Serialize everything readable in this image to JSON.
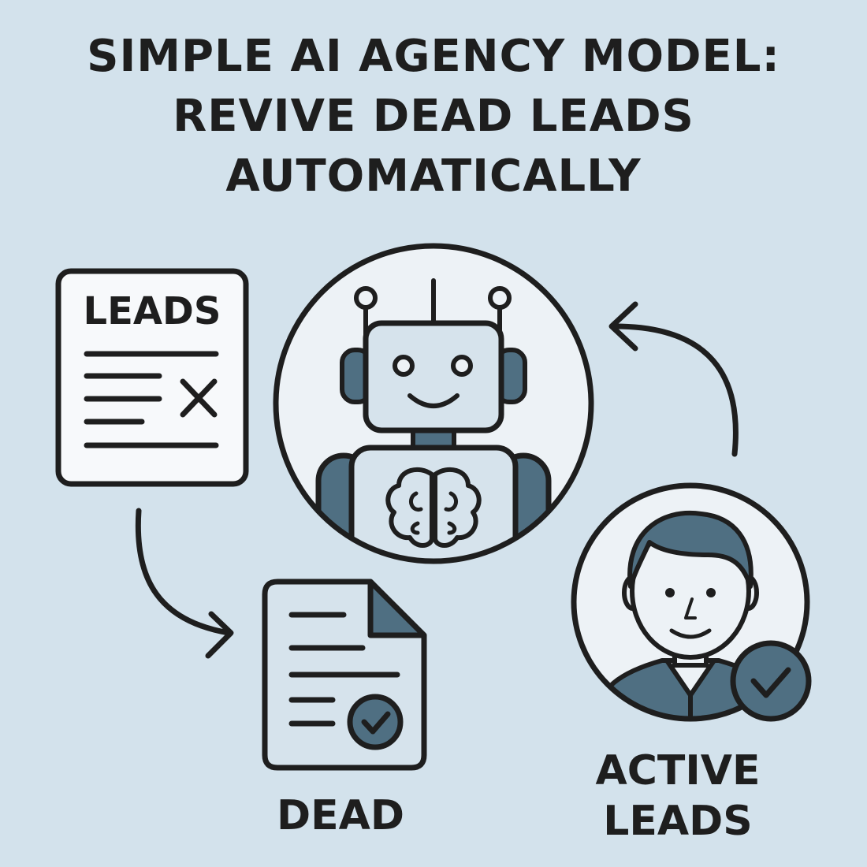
{
  "title": {
    "line1": "SIMPLE AI AGENCY MODEL:",
    "line2": "REVIVE DEAD LEADS",
    "line3": "AUTOMATICALLY"
  },
  "leads_list": {
    "label": "LEADS"
  },
  "dead_doc": {
    "label": "DEAD"
  },
  "active_leads": {
    "line1": "ACTIVE",
    "line2": "LEADS"
  },
  "icons": [
    "list-document-icon",
    "x-mark-icon",
    "robot-icon",
    "brain-icon",
    "document-icon",
    "check-badge-icon",
    "person-icon",
    "arrow-icon"
  ],
  "colors": {
    "background": "#d3e2ec",
    "ink": "#1e1e1e",
    "robot_slate": "#4f6f82",
    "robot_light": "#d6e3ec",
    "panel": "#f7f9fb"
  }
}
